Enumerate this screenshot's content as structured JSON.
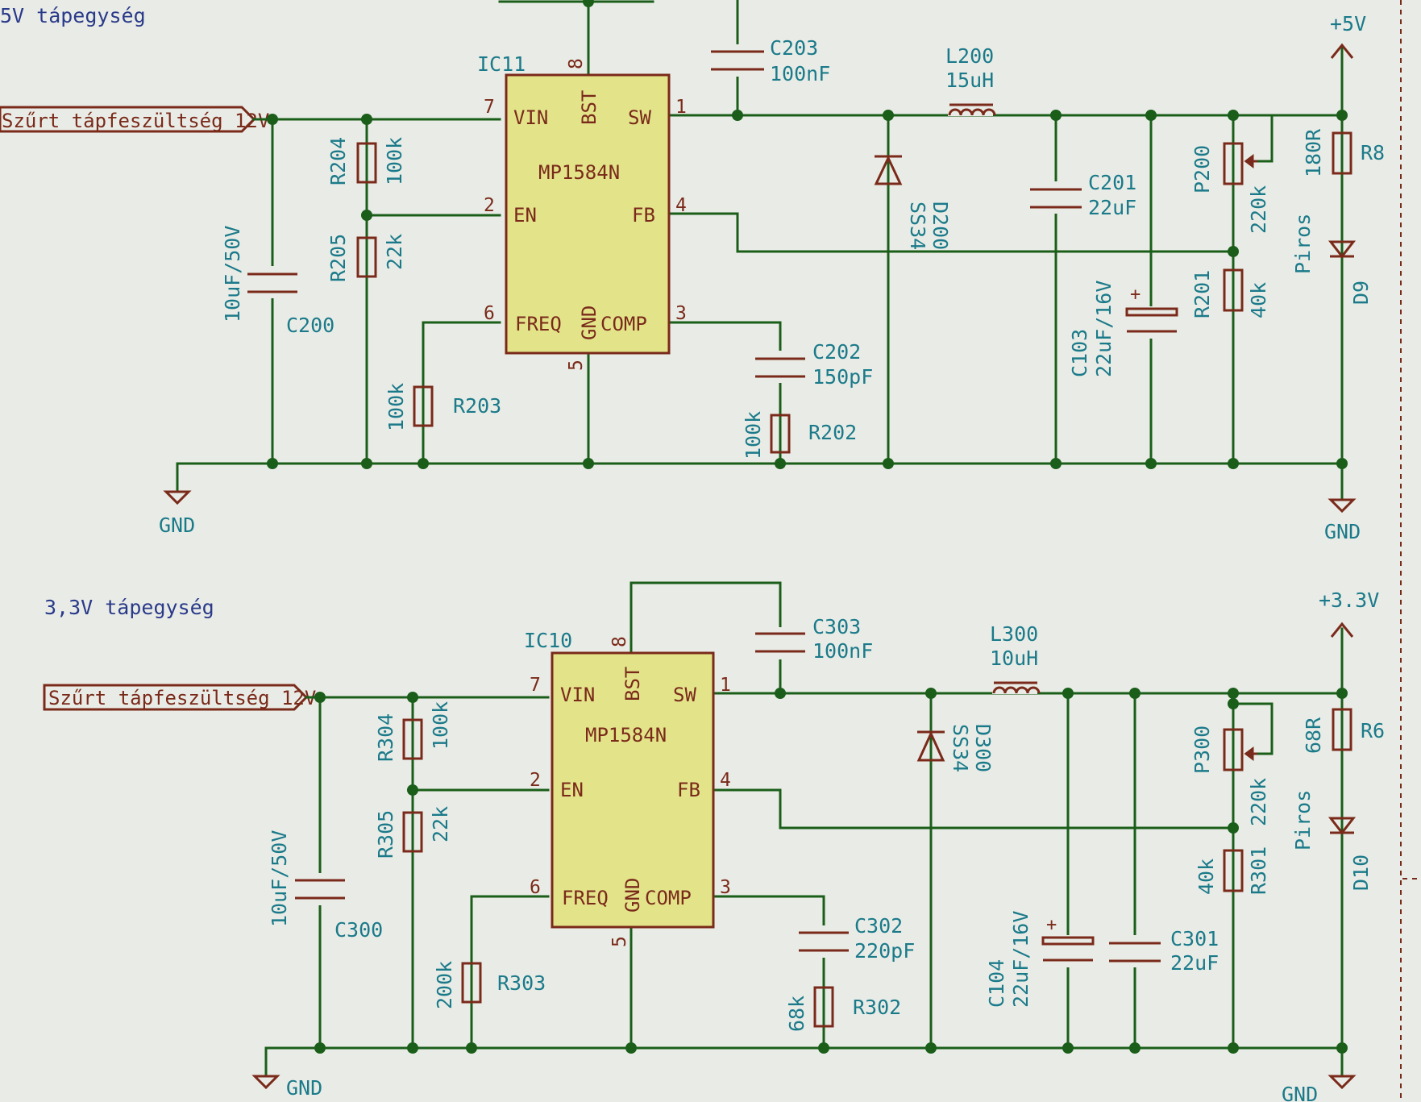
{
  "sections": [
    {
      "title": "5V tápegység",
      "ic": {
        "ref": "IC11",
        "part": "MP1584N"
      },
      "input_label": "Szűrt_tápfeszültség_12V",
      "out_power": "+5V",
      "gnd_left": "GND",
      "gnd_right": "GND",
      "pins": {
        "vin": "VIN",
        "bst": "BST",
        "sw": "SW",
        "en": "EN",
        "fb": "FB",
        "freq": "FREQ",
        "gnd": "GND",
        "comp": "COMP",
        "n_vin": "7",
        "n_bst": "8",
        "n_sw": "1",
        "n_en": "2",
        "n_fb": "4",
        "n_freq": "6",
        "n_gnd": "5",
        "n_comp": "3"
      },
      "c_in": {
        "ref": "C200",
        "val": "10uF/50V"
      },
      "r_top": {
        "ref": "R204",
        "val": "100k"
      },
      "r_bot": {
        "ref": "R205",
        "val": "22k"
      },
      "r_freq": {
        "ref": "R203",
        "val": "100k"
      },
      "c_boot": {
        "ref": "C203",
        "val": "100nF"
      },
      "c_comp": {
        "ref": "C202",
        "val": "150pF"
      },
      "r_comp": {
        "ref": "R202",
        "val": "100k"
      },
      "diode": {
        "ref": "D200",
        "val": "SS34"
      },
      "inductor": {
        "ref": "L200",
        "val": "15uH"
      },
      "c_out1": {
        "ref": "C201",
        "val": "22uF"
      },
      "c_out2": {
        "ref": "C103",
        "val": "22uF/16V"
      },
      "pot": {
        "ref": "P200",
        "val": "220k"
      },
      "r_fb": {
        "ref": "R201",
        "val": "40k"
      },
      "r_led": {
        "ref": "R8",
        "val": "180R"
      },
      "led": {
        "ref": "D9",
        "val": "Piros"
      }
    },
    {
      "title": "3,3V tápegység",
      "ic": {
        "ref": "IC10",
        "part": "MP1584N"
      },
      "input_label": "Szűrt_tápfeszültség_12V",
      "out_power": "+3.3V",
      "gnd_left": "GND",
      "gnd_right": "GND",
      "pins": {
        "vin": "VIN",
        "bst": "BST",
        "sw": "SW",
        "en": "EN",
        "fb": "FB",
        "freq": "FREQ",
        "gnd": "GND",
        "comp": "COMP",
        "n_vin": "7",
        "n_bst": "8",
        "n_sw": "1",
        "n_en": "2",
        "n_fb": "4",
        "n_freq": "6",
        "n_gnd": "5",
        "n_comp": "3"
      },
      "c_in": {
        "ref": "C300",
        "val": "10uF/50V"
      },
      "r_top": {
        "ref": "R304",
        "val": "100k"
      },
      "r_bot": {
        "ref": "R305",
        "val": "22k"
      },
      "r_freq": {
        "ref": "R303",
        "val": "200k"
      },
      "c_boot": {
        "ref": "C303",
        "val": "100nF"
      },
      "c_comp": {
        "ref": "C302",
        "val": "220pF"
      },
      "r_comp": {
        "ref": "R302",
        "val": "68k"
      },
      "diode": {
        "ref": "D300",
        "val": "SS34"
      },
      "inductor": {
        "ref": "L300",
        "val": "10uH"
      },
      "c_out1": {
        "ref": "C301",
        "val": "22uF"
      },
      "c_out2": {
        "ref": "C104",
        "val": "22uF/16V"
      },
      "pot": {
        "ref": "P300",
        "val": "220k"
      },
      "r_fb": {
        "ref": "R301",
        "val": "40k"
      },
      "r_led": {
        "ref": "R6",
        "val": "68R"
      },
      "led": {
        "ref": "D10",
        "val": "Piros"
      }
    }
  ],
  "colors": {
    "wire": "#1a5e1a",
    "component": "#7a2a1a",
    "text": "#1b7a8a",
    "chip_fill": "#e3e48a",
    "background": "#e9ece6"
  }
}
